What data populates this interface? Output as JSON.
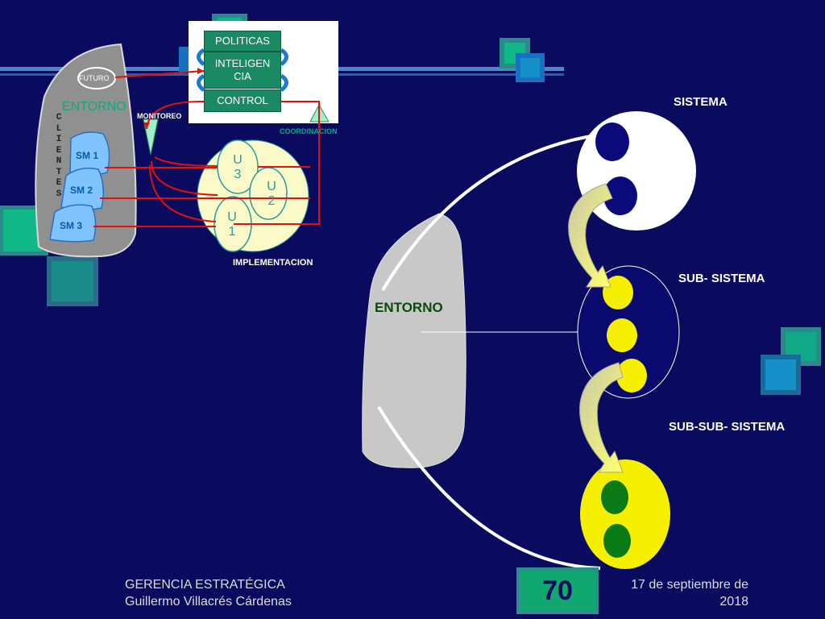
{
  "left_diagram": {
    "boxes": [
      "POLITICAS",
      "INTELIGEN\nCIA",
      "CONTROL"
    ],
    "futuro": "FUTURO",
    "entorno": "ENTORNO",
    "clientes_letters": [
      "C",
      "L",
      "I",
      "E",
      "N",
      "T",
      "E",
      "S"
    ],
    "segments": [
      "SM 1",
      "SM 2",
      "SM 3"
    ],
    "monitoreo": "MONITOREO",
    "coordinacion": "COORDINACION",
    "units": [
      {
        "letter": "U",
        "num": "3"
      },
      {
        "letter": "U",
        "num": "2"
      },
      {
        "letter": "U",
        "num": "1"
      }
    ],
    "implementacion": "IMPLEMENTACION"
  },
  "right_diagram": {
    "sistema": "SISTEMA",
    "sub_sistema": "SUB- SISTEMA",
    "sub_sub_sistema": "SUB-SUB- SISTEMA",
    "entorno": "ENTORNO"
  },
  "footer": {
    "title": "GERENCIA ESTRATÉGICA",
    "author": "Guillermo Villacrés Cárdenas",
    "date_line1": "17 de septiembre de",
    "date_line2": "2018",
    "page_number": "70"
  },
  "colors": {
    "background": "#0a0a5e",
    "teal": "#10a870",
    "yellow": "#f5f000",
    "green": "#0a7a14",
    "red": "#e01010"
  }
}
